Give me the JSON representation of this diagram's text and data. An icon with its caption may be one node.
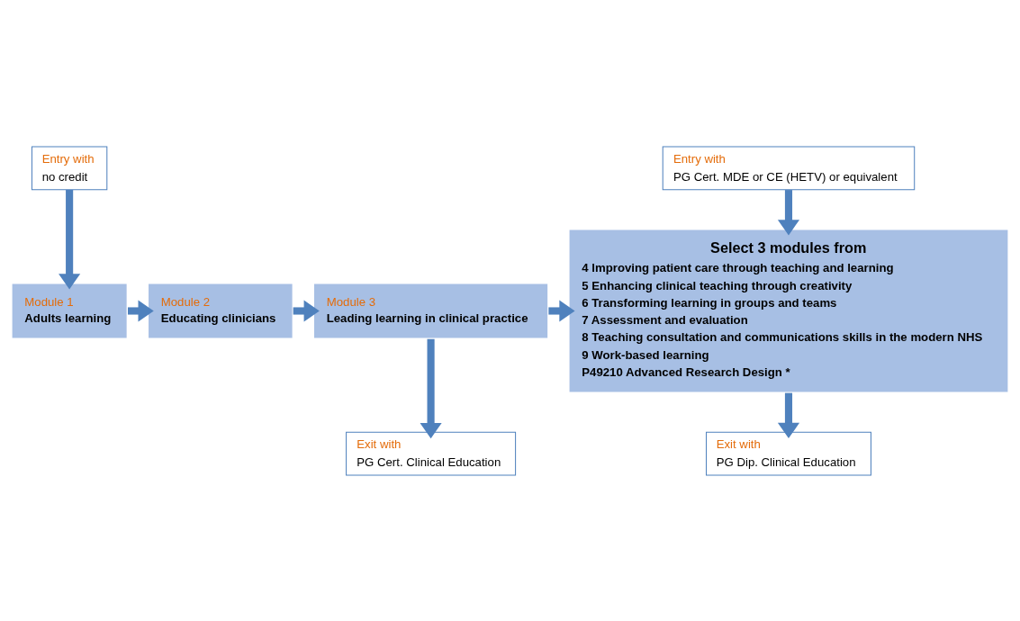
{
  "diagram": {
    "nodes": [
      {
        "text": [
          "Entry with",
          "no credit"
        ]
      },
      {
        "text": [
          "Entry with",
          "PG Cert. MDE or CE (HETV) or equivalent"
        ]
      },
      {
        "text": [
          "Module 1",
          "Adults learning"
        ]
      },
      {
        "text": [
          "Module 2",
          "Educating clinicians"
        ]
      },
      {
        "text": [
          "Module 3",
          "Leading learning in clinical practice"
        ]
      },
      {
        "text": [
          "Select 3 modules from",
          "4 Improving patient care through teaching and learning",
          "5 Enhancing clinical teaching through creativity",
          "6 Transforming learning in groups and teams",
          "7 Assessment and evaluation",
          "8 Teaching consultation and communications skills in the modern NHS",
          "9 Work-based learning",
          "P49210 Advanced Research Design *"
        ]
      },
      {
        "text": [
          "Exit with",
          "PG Cert. Clinical Education"
        ]
      },
      {
        "text": [
          "Exit with",
          "PG Dip. Clinical Education"
        ]
      }
    ],
    "edges": [
      {
        "from": 0,
        "to": 2,
        "arrow": "to"
      },
      {
        "from": 1,
        "to": 5,
        "arrow": "to"
      },
      {
        "from": 2,
        "to": 3,
        "arrow": "to"
      },
      {
        "from": 3,
        "to": 4,
        "arrow": "to"
      },
      {
        "from": 4,
        "to": 5,
        "arrow": "to"
      },
      {
        "from": 4,
        "to": 6,
        "arrow": "to"
      },
      {
        "from": 5,
        "to": 7,
        "arrow": "to"
      }
    ]
  }
}
